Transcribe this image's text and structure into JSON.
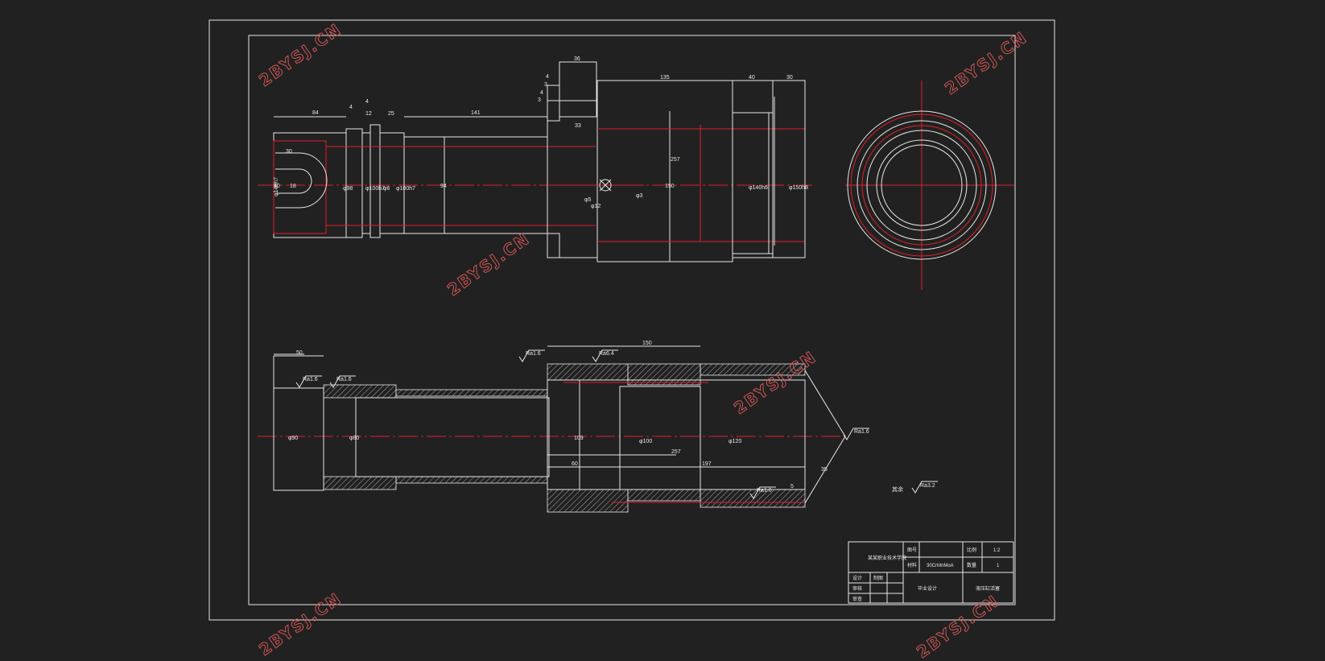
{
  "watermark": "2BYSJ.CN",
  "colors": {
    "background": "#212121",
    "line": "#e8e8e8",
    "centerline": "#e0202a"
  },
  "top_view": {
    "dims": [
      "84",
      "4",
      "4",
      "12",
      "25",
      "141",
      "36",
      "4",
      "3",
      "4",
      "3",
      "135",
      "40",
      "30",
      "33",
      "30",
      "40",
      "18",
      "257",
      "150",
      "φ140h7",
      "φ98",
      "φ100h7",
      "φ6",
      "φ100h7",
      "94",
      "φ5",
      "φ12",
      "φ3",
      "φ140h6",
      "φ150h8"
    ]
  },
  "bottom_view": {
    "dims": [
      "50",
      "150",
      "φ90",
      "φ80",
      "109",
      "φ100",
      "φ120",
      "60",
      "257",
      "197",
      "5",
      "35"
    ],
    "roughness": [
      "Ra1.6",
      "Ra1.6",
      "Ra1.6",
      "Ra6.4",
      "Ra1.6",
      "Ra1.6"
    ],
    "general_roughness_label": "其余",
    "general_roughness_value": "Ra3.2"
  },
  "title_block": {
    "drawing_name": "液压缸活塞",
    "label_figure_no": "图号",
    "label_scale": "比例",
    "scale": "1:2",
    "label_material": "材料",
    "material": "30CrMnMoA",
    "label_quantity": "数量",
    "quantity": "1",
    "label_designer": "设计",
    "label_checker": "审核",
    "label_reviewer": "制图",
    "label_approver": "审查",
    "label_course": "毕业设计",
    "school": "某某职业技术学院"
  }
}
